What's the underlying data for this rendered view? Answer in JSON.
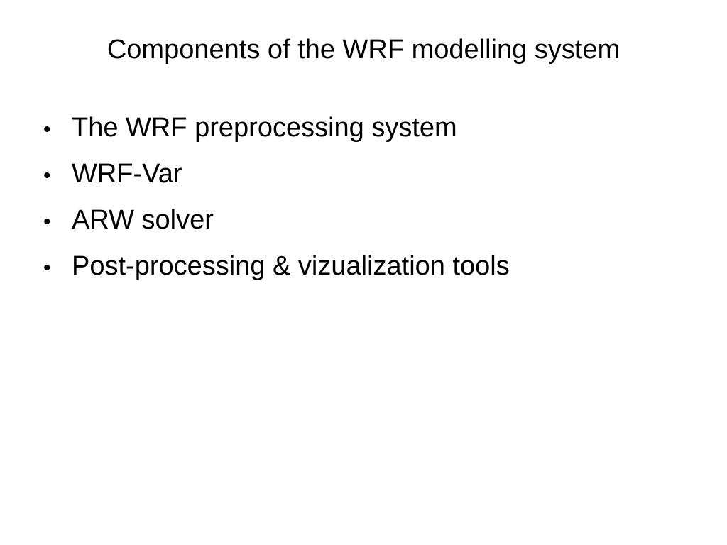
{
  "slide": {
    "title": "Components of the WRF modelling system",
    "bullet_symbol": "•",
    "items": [
      {
        "text": "The WRF preprocessing system"
      },
      {
        "text": "WRF-Var"
      },
      {
        "text": "ARW solver"
      },
      {
        "text": "Post-processing & vizualization tools"
      }
    ],
    "colors": {
      "background": "#ffffff",
      "text": "#000000"
    }
  }
}
